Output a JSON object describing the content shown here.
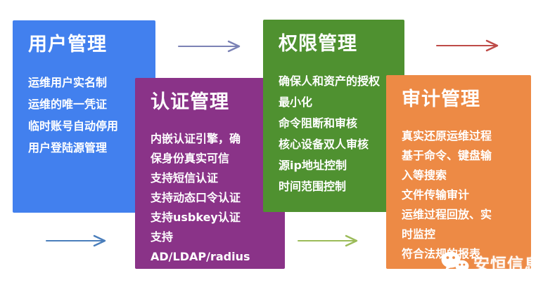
{
  "colors": {
    "background": "#ffffff",
    "text": "#ffffff",
    "box_user": "#4280ee",
    "box_auth": "#8a3388",
    "box_perm": "#4f9130",
    "box_audit": "#ed8a45"
  },
  "boxes": [
    {
      "id": "user-management",
      "title": "用户管理",
      "color": "#4280ee",
      "items": [
        "运维用户实名制",
        "运维的唯一凭证",
        "临时账号自动停用",
        "用户登陆源管理"
      ]
    },
    {
      "id": "auth-management",
      "title": "认证管理",
      "color": "#8a3388",
      "items": [
        "内嵌认证引擎，确保身份真实可信",
        "支持短信认证",
        "支持动态口令认证",
        "支持usbkey认证",
        "支持AD/LDAP/radius"
      ]
    },
    {
      "id": "permission-management",
      "title": "权限管理",
      "color": "#4f9130",
      "items": [
        "确保人和资产的授权最小化",
        "命令阻断和审核",
        "核心设备双人审核",
        "源ip地址控制",
        "时间范围控制"
      ]
    },
    {
      "id": "audit-management",
      "title": "审计管理",
      "color": "#ed8a45",
      "items": [
        "真实还原运维过程",
        "基于命令、键盘输入等搜索",
        "文件传输审计",
        "运维过程回放、实时监控",
        "符合法规的报表"
      ]
    }
  ],
  "arrows": [
    {
      "id": "arrow-top-left",
      "color": "#7b82b5"
    },
    {
      "id": "arrow-top-right",
      "color": "#be4b48"
    },
    {
      "id": "arrow-bottom-left",
      "color": "#4a7ebb"
    },
    {
      "id": "arrow-bottom-middle",
      "color": "#9bbb59"
    }
  ],
  "watermark": {
    "icon": "wechat-icon",
    "text": "安恒信息"
  }
}
